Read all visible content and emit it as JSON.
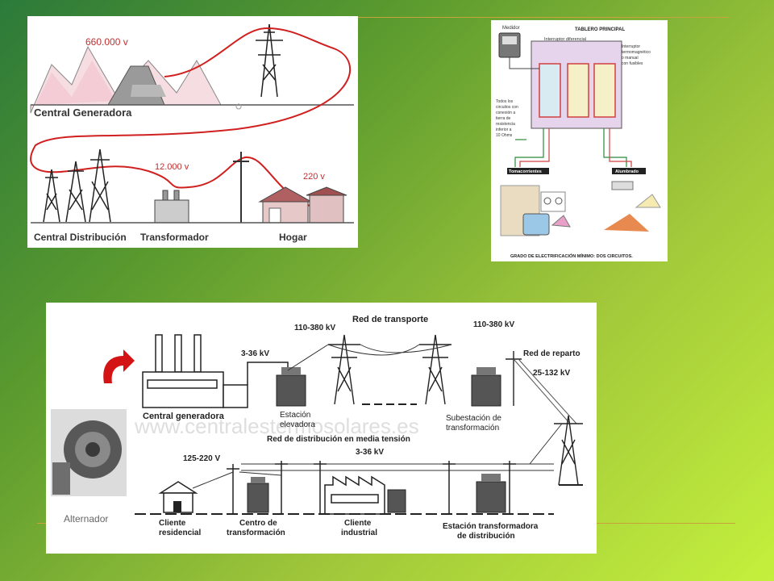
{
  "slide": {
    "accent_line_color": "#c8a23a",
    "background_colors": [
      "#2c7a3a",
      "#c4f03c"
    ]
  },
  "panel_top_left": {
    "voltage_high": "660.000 v",
    "voltage_mid": "12.000 v",
    "voltage_low": "220 v",
    "label_generation": "Central Generadora",
    "label_distribution": "Central Distribución",
    "label_transformer": "Transformador",
    "label_home": "Hogar"
  },
  "panel_top_right": {
    "meter_label": "Medidor",
    "main_board_title": "TABLERO PRINCIPAL",
    "differential_switch": "Interruptor diferencial",
    "thermo_switch_lines": [
      "Interruptor",
      "termomagnético",
      "o manual",
      "con fusibles"
    ],
    "ground_note_lines": [
      "Todos los",
      "circuitos con",
      "conexión a",
      "tierra de",
      "resistencia",
      "inferior a",
      "10 Ohms"
    ],
    "outlets_label": "Tomacorrientes",
    "lighting_label": "Alumbrado",
    "footer_caption": "GRADO DE ELECTRIFICACIÓN MÍNIMO: DOS CIRCUITOS."
  },
  "panel_bottom": {
    "transport_network": "Red de transporte",
    "voltage_left_tower": "110-380 kV",
    "voltage_right_tower": "110-380 kV",
    "voltage_plant": "3-36 kV",
    "distribution_network": "Red de reparto",
    "distribution_voltage": "25-132 kV",
    "generating_station": "Central generadora",
    "step_up_station_lines": [
      "Estación",
      "elevadora"
    ],
    "substation_lines": [
      "Subestación de",
      "transformación"
    ],
    "medium_voltage_network": "Red de distribución en media tensión",
    "medium_voltage_value": "3-36 kV",
    "home_voltage": "125-220 V",
    "watermark": "www.centralestermosolares.es",
    "alternator": "Alternador",
    "residential_client_lines": [
      "Cliente",
      "residencial"
    ],
    "transformation_center_lines": [
      "Centro de",
      "transformación"
    ],
    "industrial_client_lines": [
      "Cliente",
      "industrial"
    ],
    "distribution_station_lines": [
      "Estación transformadora",
      "de distribución"
    ]
  }
}
